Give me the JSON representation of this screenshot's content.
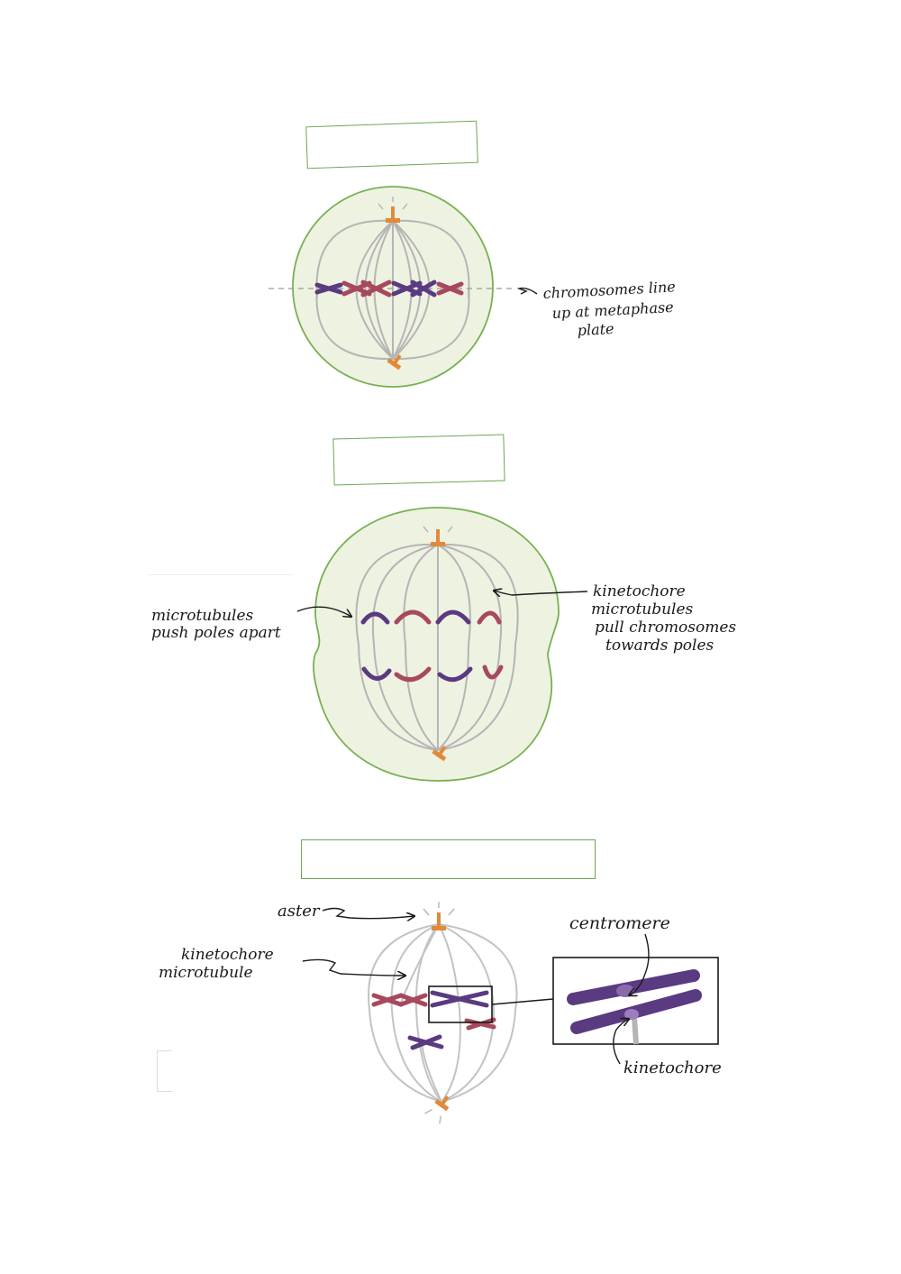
{
  "worksheet": {
    "answer_boxes": [
      {
        "value": ""
      },
      {
        "value": ""
      },
      {
        "value": ""
      }
    ]
  },
  "metaphase": {
    "label": [
      "chromosomes line",
      "up at metaphase",
      "plate"
    ]
  },
  "anaphase": {
    "left_label": [
      "microtubules",
      "push poles apart"
    ],
    "right_label": [
      "kinetochore",
      "microtubules",
      "pull chromosomes",
      "towards poles"
    ]
  },
  "prometaphase": {
    "aster_label": "aster",
    "kinetochore_microtubule_label": [
      "kinetochore",
      "microtubule"
    ],
    "centromere_label": "centromere",
    "kinetochore_label": "kinetochore"
  },
  "colors": {
    "cell_fill": "#eef2e1",
    "cell_border": "#79b052",
    "spindle": "#b8b8b8",
    "centrosome": "#e08a3a",
    "chromosome_purple": "#5a3a80",
    "chromosome_red": "#a8485e",
    "box_border": "#6aa84f"
  }
}
